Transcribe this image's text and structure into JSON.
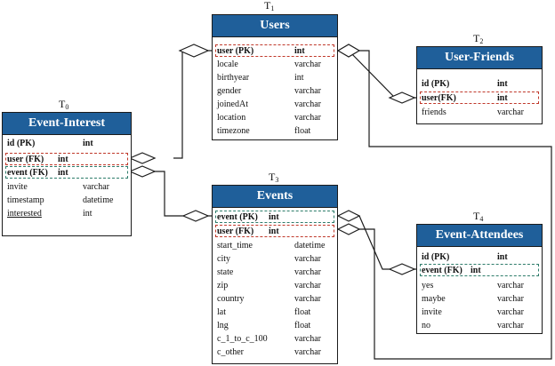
{
  "labels": {
    "users": {
      "base": "T",
      "sub": "1"
    },
    "user_friends": {
      "base": "T",
      "sub": "2"
    },
    "event_interest": {
      "base": "T",
      "sub": "0"
    },
    "events": {
      "base": "T",
      "sub": "3"
    },
    "event_attendees": {
      "base": "T",
      "sub": "4"
    }
  },
  "tables": {
    "users": {
      "title": "Users",
      "rows": [
        {
          "name": "user (PK)",
          "type": "int"
        },
        {
          "name": "locale",
          "type": "varchar"
        },
        {
          "name": "birthyear",
          "type": "int"
        },
        {
          "name": "gender",
          "type": "varchar"
        },
        {
          "name": "joinedAt",
          "type": "varchar"
        },
        {
          "name": "location",
          "type": "varchar"
        },
        {
          "name": "timezone",
          "type": "float"
        }
      ]
    },
    "user_friends": {
      "title": "User-Friends",
      "rows": [
        {
          "name": "id (PK)",
          "type": "int"
        },
        {
          "name": "user(FK)",
          "type": "int"
        },
        {
          "name": "friends",
          "type": "varchar"
        }
      ]
    },
    "event_interest": {
      "title": "Event-Interest",
      "rows": [
        {
          "name": "id (PK)",
          "type": "int"
        },
        {
          "name": "user (FK)",
          "type": "int"
        },
        {
          "name": "event (FK)",
          "type": "int"
        },
        {
          "name": "invite",
          "type": "varchar"
        },
        {
          "name": "timestamp",
          "type": "datetime"
        },
        {
          "name": "interested",
          "type": "int"
        }
      ]
    },
    "events": {
      "title": "Events",
      "rows": [
        {
          "name": "event (PK)",
          "type": "int"
        },
        {
          "name": "user (FK)",
          "type": "int"
        },
        {
          "name": "start_time",
          "type": "datetime"
        },
        {
          "name": "city",
          "type": "varchar"
        },
        {
          "name": "state",
          "type": "varchar"
        },
        {
          "name": "zip",
          "type": "varchar"
        },
        {
          "name": "country",
          "type": "varchar"
        },
        {
          "name": "lat",
          "type": "float"
        },
        {
          "name": "lng",
          "type": "float"
        },
        {
          "name": "c_1_to_c_100",
          "type": "varchar"
        },
        {
          "name": "c_other",
          "type": "varchar"
        }
      ]
    },
    "event_attendees": {
      "title": "Event-Attendees",
      "rows": [
        {
          "name": "id (PK)",
          "type": "int"
        },
        {
          "name": "event (FK)",
          "type": "int"
        },
        {
          "name": "yes",
          "type": "varchar"
        },
        {
          "name": "maybe",
          "type": "varchar"
        },
        {
          "name": "invite",
          "type": "varchar"
        },
        {
          "name": "no",
          "type": "varchar"
        }
      ]
    }
  },
  "colors": {
    "header": "#1f5f9a",
    "primary_key_box": "#c0392b",
    "foreign_event_box": "#2e7d6b",
    "line": "#1b1b1b"
  }
}
